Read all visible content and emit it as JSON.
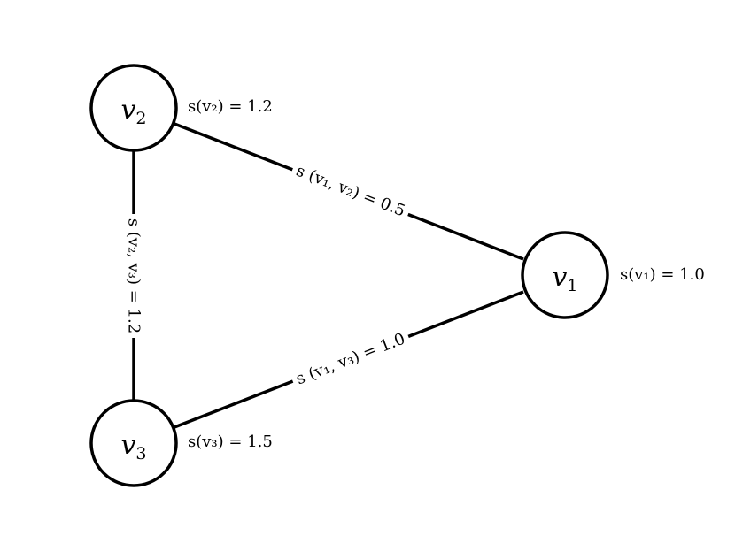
{
  "diagram": {
    "nodes": [
      {
        "id": "v1",
        "symbol": "v",
        "subscript": "1",
        "score_label": "s(v₁) = 1.0"
      },
      {
        "id": "v2",
        "symbol": "v",
        "subscript": "2",
        "score_label": "s(v₂) = 1.2"
      },
      {
        "id": "v3",
        "symbol": "v",
        "subscript": "3",
        "score_label": "s(v₃) = 1.5"
      }
    ],
    "edges": [
      {
        "id": "v1-v2",
        "label": "s (v₁, v₂) = 0.5"
      },
      {
        "id": "v1-v3",
        "label": "s (v₁, v₃) = 1.0"
      },
      {
        "id": "v2-v3",
        "label": "s (v₂, v₃) = 1.2"
      }
    ],
    "colors": {
      "stroke": "#000000",
      "background": "#ffffff"
    }
  }
}
